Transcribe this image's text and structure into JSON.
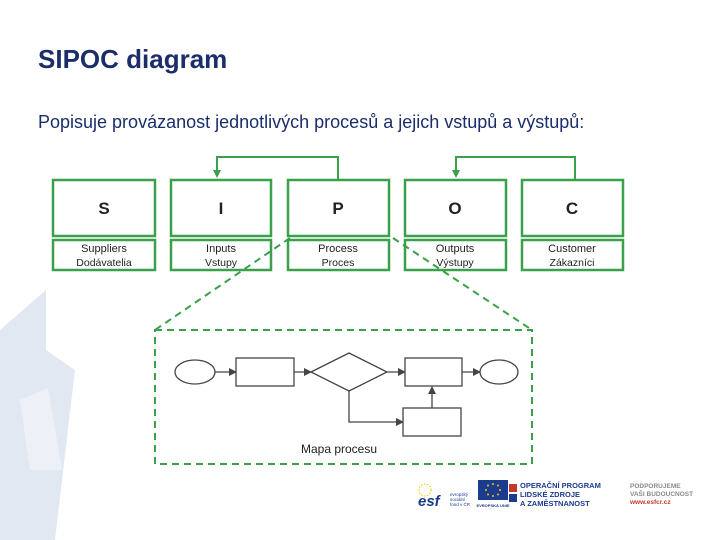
{
  "slide": {
    "title": "SIPOC diagram",
    "subtitle": "Popisuje provázanost jednotlivých procesů a jejich vstupů a výstupů:"
  },
  "diagram": {
    "colors": {
      "border": "#3aa04a",
      "text": "#222222",
      "flowchart": "#444444"
    },
    "columns": [
      {
        "letter": "S",
        "label_en": "Suppliers",
        "label_sk": "Dodávatelia"
      },
      {
        "letter": "I",
        "label_en": "Inputs",
        "label_sk": "Vstupy"
      },
      {
        "letter": "P",
        "label_en": "Process",
        "label_sk": "Proces"
      },
      {
        "letter": "O",
        "label_en": "Outputs",
        "label_sk": "Výstupy"
      },
      {
        "letter": "C",
        "label_en": "Customer",
        "label_sk": "Zákazníci"
      }
    ],
    "process_map_label": "Mapa procesu"
  },
  "footer": {
    "esf_logo": "esf",
    "esf_caption": [
      "evropský",
      "sociální",
      "fond v ČR"
    ],
    "eu_caption": "EVROPSKÁ UNIE",
    "op_lines": [
      "OPERAČNÍ PROGRAM",
      "LIDSKÉ ZDROJE",
      "A ZAMĚSTNANOST"
    ],
    "support_lines": [
      "PODPORUJEME",
      "VAŠI BUDOUCNOST"
    ],
    "support_url": "www.esfcr.cz",
    "colors": {
      "blue": "#1b3b8f",
      "red": "#c0392b",
      "yellow": "#f4c400"
    }
  }
}
